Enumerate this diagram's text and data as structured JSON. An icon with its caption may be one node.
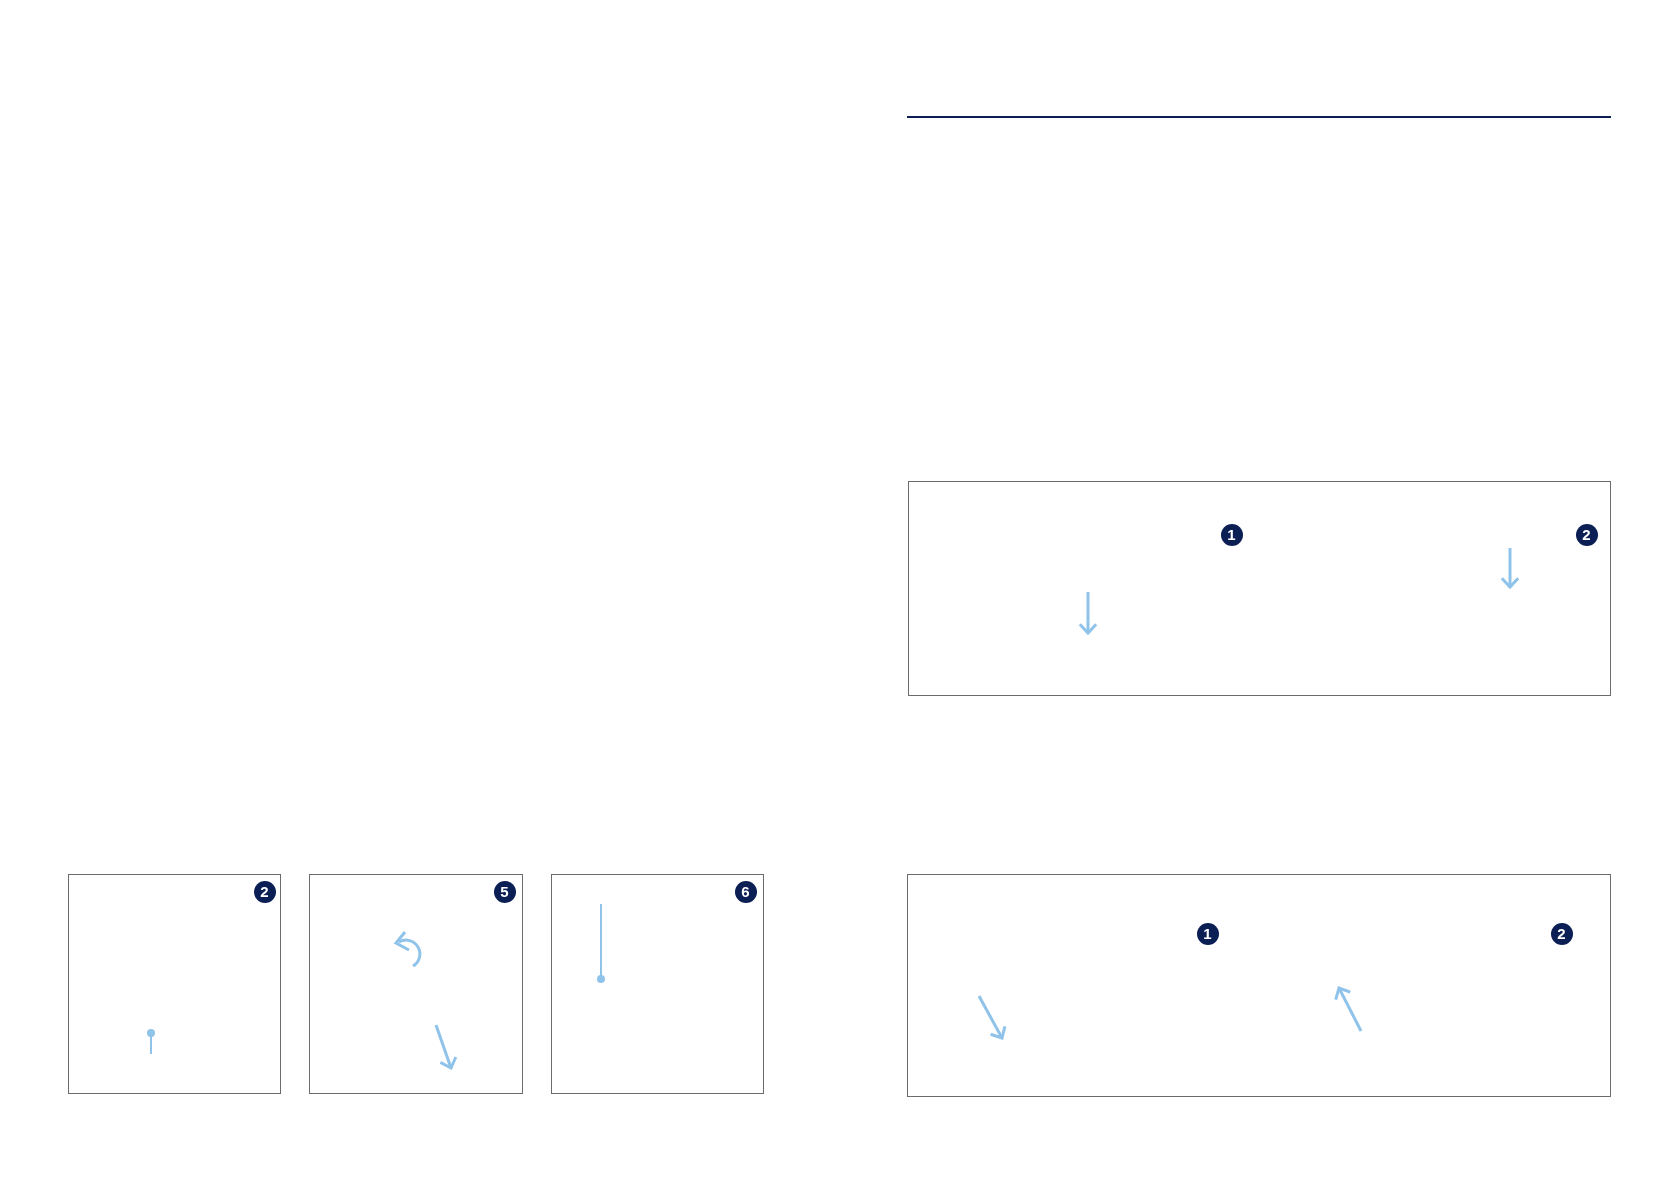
{
  "diagram": {
    "nodes": [
      {
        "text": [],
        "shape": "box"
      },
      {
        "text": [
          "1"
        ],
        "in": 0
      },
      {
        "text": [
          "2"
        ],
        "in": 0
      },
      {
        "text": [],
        "shape": "box"
      },
      {
        "text": [
          "2"
        ],
        "in": 3
      },
      {
        "text": [],
        "shape": "box"
      },
      {
        "text": [
          "5"
        ],
        "in": 5
      },
      {
        "text": [],
        "shape": "box"
      },
      {
        "text": [
          "6"
        ],
        "in": 7
      },
      {
        "text": [],
        "shape": "box"
      },
      {
        "text": [
          "1"
        ],
        "in": 9
      },
      {
        "text": [
          "2"
        ],
        "in": 9
      }
    ]
  }
}
